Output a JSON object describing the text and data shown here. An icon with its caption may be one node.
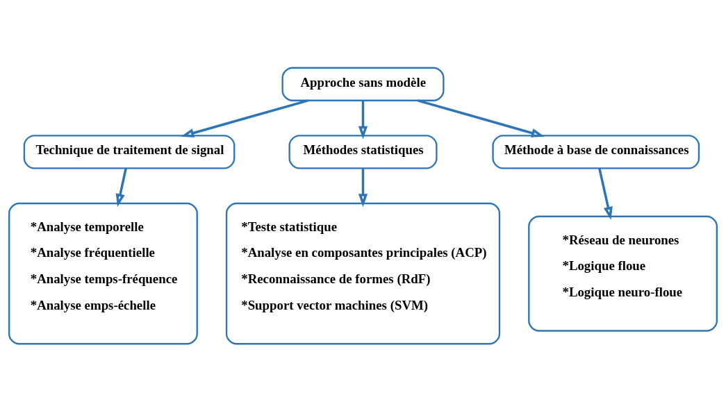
{
  "diagram": {
    "nodes": [
      {
        "text": [
          "Approche sans modèle"
        ]
      },
      {
        "text": [
          "Technique de traitement de signal"
        ]
      },
      {
        "text": [
          "Méthodes statistiques"
        ]
      },
      {
        "text": [
          "Méthode à base de connaissances"
        ]
      },
      {
        "text": [
          "*Analyse temporelle",
          "*Analyse fréquentielle",
          "*Analyse temps-fréquence",
          "*Analyse emps-échelle"
        ]
      },
      {
        "text": [
          "*Teste statistique",
          "*Analyse en composantes principales (ACP)",
          "*Reconnaissance de formes (RdF)",
          "*Support vector machines (SVM)"
        ]
      },
      {
        "text": [
          "*Réseau de neurones",
          "*Logique floue",
          "*Logique neuro-floue"
        ]
      }
    ],
    "edges": [
      {
        "from": 0,
        "to": 1,
        "arrow": "to"
      },
      {
        "from": 0,
        "to": 2,
        "arrow": "to"
      },
      {
        "from": 0,
        "to": 3,
        "arrow": "to"
      },
      {
        "from": 1,
        "to": 4,
        "arrow": "to"
      },
      {
        "from": 2,
        "to": 5,
        "arrow": "to"
      },
      {
        "from": 3,
        "to": 6,
        "arrow": "to"
      }
    ]
  }
}
